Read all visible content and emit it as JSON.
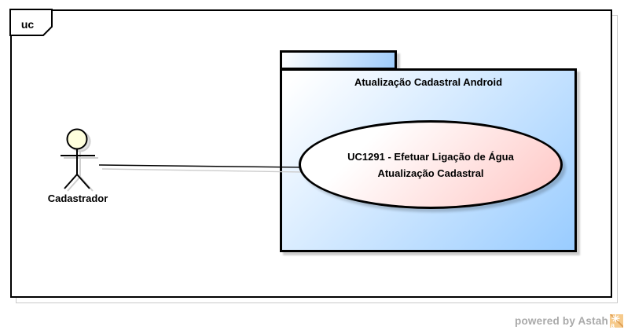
{
  "frame": {
    "kind_label": "uc"
  },
  "diagram": {
    "package": {
      "title": "Atualização Cadastral Android",
      "fill_gradient": [
        "#ffffff",
        "#99ccff"
      ],
      "border_color": "#000000"
    },
    "use_case": {
      "name": "UC1291 - Efetuar Ligação de Água Atualização Cadastral",
      "fill_gradient": [
        "#ffffff",
        "#ffc9c7"
      ],
      "border_color": "#000000"
    },
    "actor": {
      "name": "Cadastrador",
      "head_fill": "#ffffdd"
    },
    "association": {
      "from": "Cadastrador",
      "to": "UC1291 - Efetuar Ligação de Água Atualização Cadastral"
    },
    "shadow_color": "#d9d9d9"
  },
  "watermark": {
    "text": "powered by Astah",
    "text_color": "#a9a9a9",
    "logo": {
      "star": "✳",
      "letter": "a",
      "color": "#f6ca8b"
    }
  }
}
